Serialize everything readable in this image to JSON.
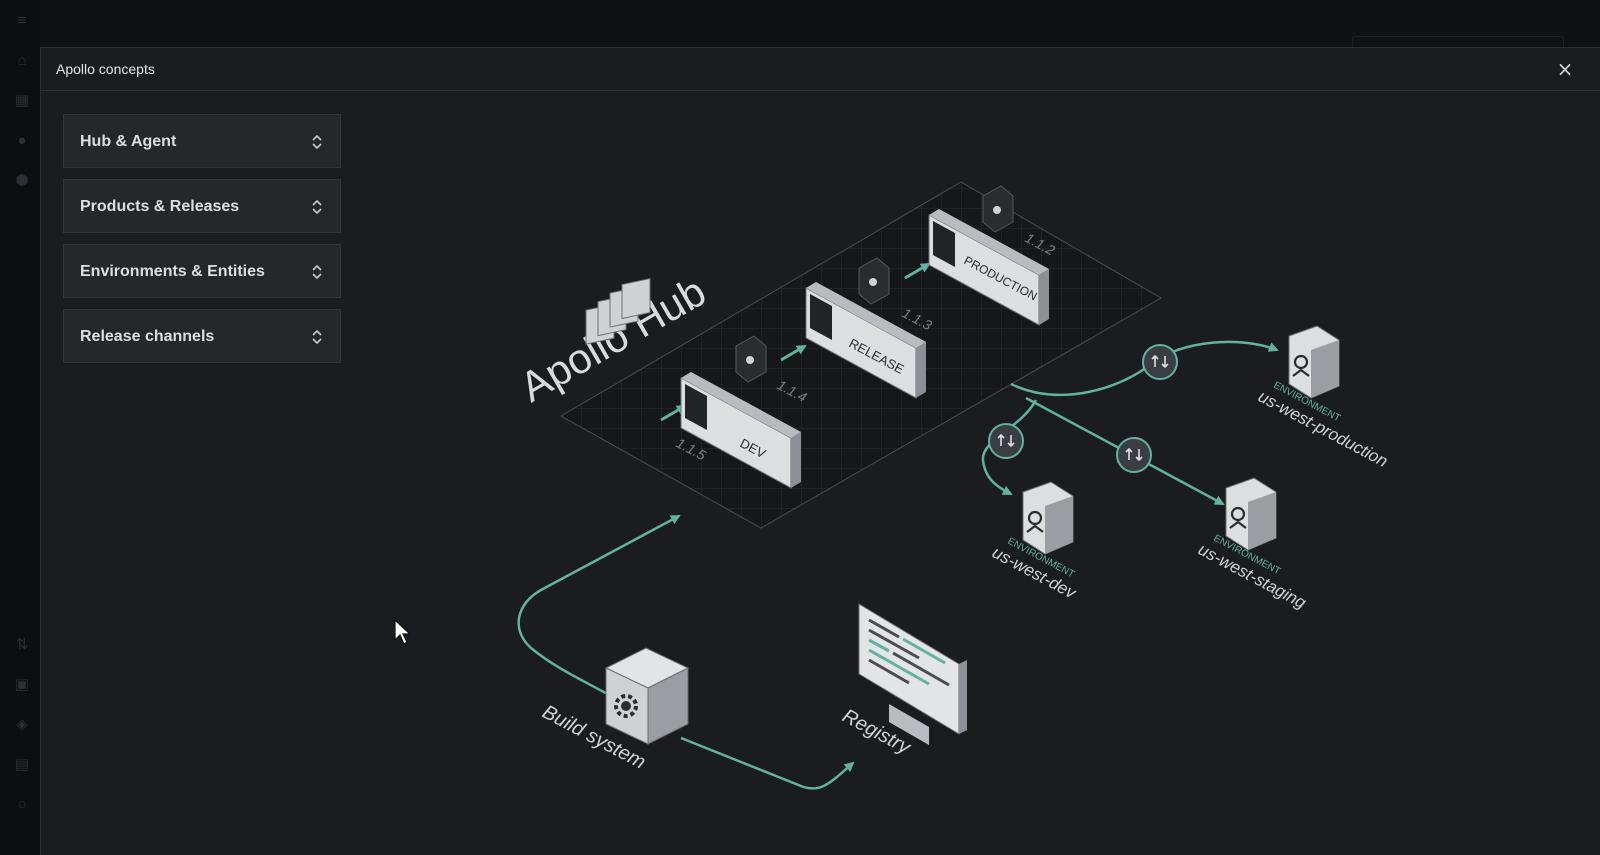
{
  "modal": {
    "title": "Apollo concepts",
    "close_label": "×"
  },
  "accordion": [
    {
      "label": "Hub & Agent"
    },
    {
      "label": "Products & Releases"
    },
    {
      "label": "Environments & Entities"
    },
    {
      "label": "Release channels"
    }
  ],
  "diagram": {
    "hub_title": "Apollo Hub",
    "stages": [
      "DEV",
      "RELEASE",
      "PRODUCTION"
    ],
    "versions": [
      "1.1.5",
      "1.1.4",
      "1.1.3",
      "1.1.2"
    ],
    "environment_tag": "ENVIRONMENT",
    "environments": [
      "us-west-dev",
      "us-west-staging",
      "us-west-production"
    ],
    "build_system": "Build system",
    "registry": "Registry"
  },
  "colors": {
    "accent": "#5fb3a0",
    "modal_bg": "#1b1c1f",
    "panel_bg": "#25272b",
    "box_face": "#dcdee0"
  },
  "icons": {
    "close": "close-icon",
    "expand": "chevron-up-down-icon",
    "tag": "tag-icon",
    "environment": "environment-pin-icon",
    "channel": "channel-transfer-icon",
    "gear": "gear-icon",
    "monitor": "monitor-icon"
  }
}
